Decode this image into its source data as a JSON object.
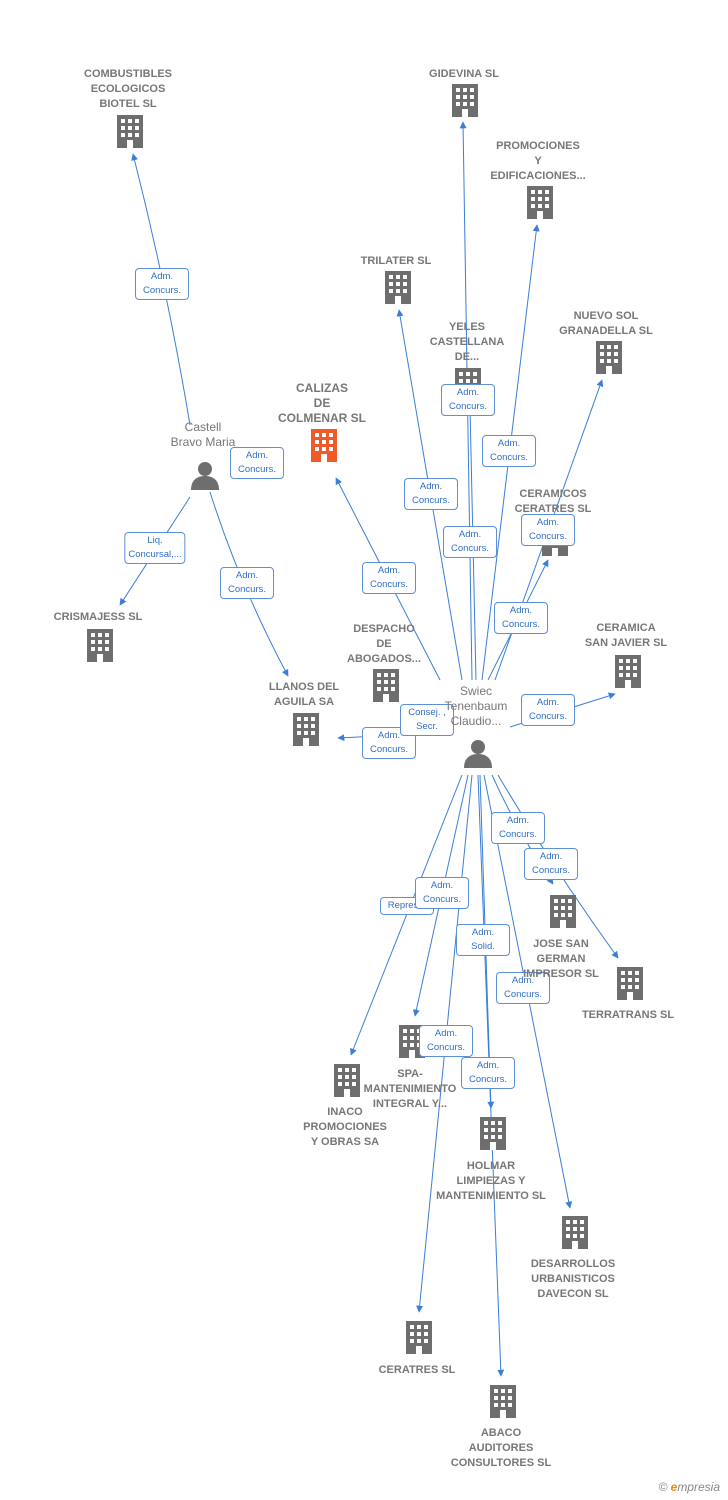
{
  "colors": {
    "edge": "#3a7fd5",
    "building": "#6e6e6e",
    "main_building": "#f05a28",
    "person": "#6e6e6e"
  },
  "brand": {
    "copyright": "©",
    "initial": "e",
    "rest": "mpresia"
  },
  "nodes": [
    {
      "id": "combustibles",
      "label": "COMBUSTIBLES\nECOLOGICOS\nBIOTEL SL",
      "type": "company"
    },
    {
      "id": "gidevina",
      "label": "GIDEVINA SL",
      "type": "company"
    },
    {
      "id": "promociones",
      "label": "PROMOCIONES\nY\nEDIFICACIONES...",
      "type": "company"
    },
    {
      "id": "trilater",
      "label": "TRILATER SL",
      "type": "company"
    },
    {
      "id": "yeles",
      "label": "YELES\nCASTELLANA\nDE...",
      "type": "company"
    },
    {
      "id": "nuevosol",
      "label": "NUEVO SOL\nGRANADELLA SL",
      "type": "company"
    },
    {
      "id": "calizas",
      "label": "CALIZAS\nDE\nCOLMENAR SL",
      "type": "main"
    },
    {
      "id": "castell",
      "label": "Castell\nBravo Maria",
      "type": "person"
    },
    {
      "id": "ceramicos",
      "label": "CERAMICOS\nCERATRES SL",
      "type": "company"
    },
    {
      "id": "crismajess",
      "label": "CRISMAJESS SL",
      "type": "company"
    },
    {
      "id": "despacho",
      "label": "DESPACHO\nDE\nABOGADOS...",
      "type": "company"
    },
    {
      "id": "ceramica",
      "label": "CERAMICA\nSAN JAVIER SL",
      "type": "company"
    },
    {
      "id": "llanos",
      "label": "LLANOS DEL\nAGUILA SA",
      "type": "company"
    },
    {
      "id": "swiec",
      "label": "Swiec\nTenenbaum\nClaudio...",
      "type": "person"
    },
    {
      "id": "josesan",
      "label": "JOSE SAN\nGERMAN\nIMPRESOR SL",
      "type": "company"
    },
    {
      "id": "terratrans",
      "label": "TERRATRANS SL",
      "type": "company"
    },
    {
      "id": "spa",
      "label": "SPA-\nMANTENIMIENTO\nINTEGRAL Y...",
      "type": "company"
    },
    {
      "id": "inaco",
      "label": "INACO\nPROMOCIONES\nY OBRAS SA",
      "type": "company"
    },
    {
      "id": "holmar",
      "label": "HOLMAR\nLIMPIEZAS Y\nMANTENIMIENTO SL",
      "type": "company"
    },
    {
      "id": "desarrollos",
      "label": "DESARROLLOS\nURBANISTICOS\nDAVECON SL",
      "type": "company"
    },
    {
      "id": "ceratres",
      "label": "CERATRES SL",
      "type": "company"
    },
    {
      "id": "abaco",
      "label": "ABACO\nAUDITORES\nCONSULTORES SL",
      "type": "company"
    }
  ],
  "edges": [
    {
      "from": "castell",
      "to": "combustibles",
      "label": "Adm.\nConcurs."
    },
    {
      "from": "castell",
      "to": "crismajess",
      "label": "Liq.\nConcursal,..."
    },
    {
      "from": "castell",
      "to": "llanos",
      "label": "Adm.\nConcurs."
    },
    {
      "from": "castell",
      "to": "calizas",
      "label": "Adm.\nConcurs."
    },
    {
      "from": "swiec",
      "to": "calizas",
      "label": "Adm.\nConcurs."
    },
    {
      "from": "swiec",
      "to": "gidevina",
      "label": "Adm.\nConcurs."
    },
    {
      "from": "swiec",
      "to": "promociones",
      "label": "Adm.\nConcurs."
    },
    {
      "from": "swiec",
      "to": "trilater",
      "label": "Adm.\nConcurs."
    },
    {
      "from": "swiec",
      "to": "yeles",
      "label": "Adm.\nConcurs."
    },
    {
      "from": "swiec",
      "to": "nuevosol",
      "label": "Adm.\nConcurs."
    },
    {
      "from": "swiec",
      "to": "ceramicos",
      "label": "Adm.\nConcurs."
    },
    {
      "from": "swiec",
      "to": "ceramica",
      "label": "Adm.\nConcurs."
    },
    {
      "from": "swiec",
      "to": "llanos",
      "label": "Adm.\nConcurs."
    },
    {
      "from": "swiec",
      "to": "despacho",
      "label": "Consej. ,\nSecr."
    },
    {
      "from": "swiec",
      "to": "josesan",
      "label": "Adm.\nConcurs."
    },
    {
      "from": "swiec",
      "to": "terratrans",
      "label": "Adm.\nConcurs."
    },
    {
      "from": "swiec",
      "to": "inaco",
      "label": "Repres..."
    },
    {
      "from": "swiec",
      "to": "spa",
      "label": "Adm.\nConcurs."
    },
    {
      "from": "swiec",
      "to": "holmar",
      "label": "Adm.\nSolid."
    },
    {
      "from": "swiec",
      "to": "desarrollos",
      "label": "Adm.\nConcurs."
    },
    {
      "from": "swiec",
      "to": "ceratres",
      "label": "Adm.\nConcurs."
    },
    {
      "from": "swiec",
      "to": "abaco",
      "label": "Adm.\nConcurs."
    }
  ]
}
